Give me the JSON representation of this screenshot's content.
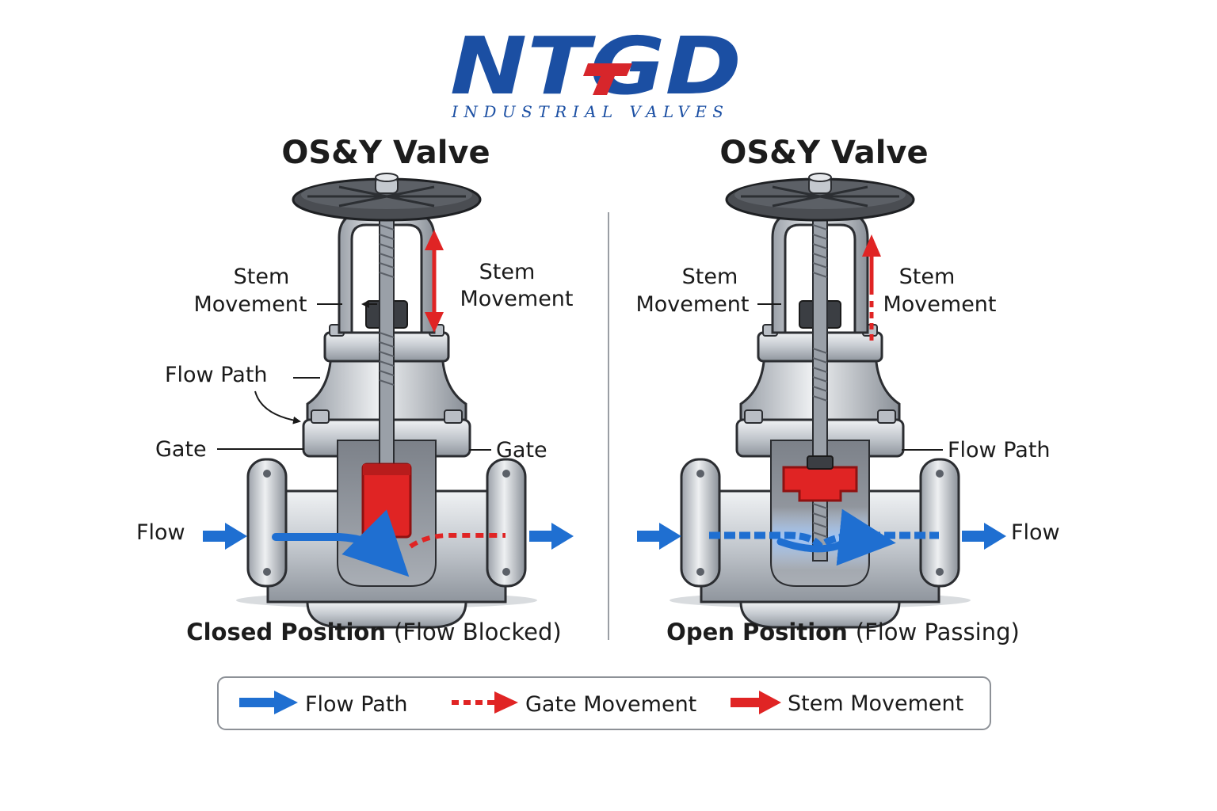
{
  "brand": {
    "logo_text": "NTGD",
    "tagline": "INDUSTRIAL VALVES",
    "blue": "#1b4fa3",
    "red": "#d7262b"
  },
  "panels": [
    {
      "title": "OS&Y Valve",
      "caption_bold": "Closed Position",
      "caption_normal": "(Flow Blocked)",
      "labels": {
        "stem_left_1": "Stem",
        "stem_left_2": "Movement",
        "stem_right_1": "Stem",
        "stem_right_2": "Movement",
        "flow_path": "Flow Path",
        "gate_left": "Gate",
        "gate_right": "Gate",
        "flow_in": "Flow"
      }
    },
    {
      "title": "OS&Y Valve",
      "caption_bold": "Open Position",
      "caption_normal": "(Flow Passing)",
      "labels": {
        "stem_left_1": "Stem",
        "stem_left_2": "Movement",
        "stem_right_1": "Stem",
        "stem_right_2": "Movement",
        "flow_path": "Flow Path",
        "flow_out": "Flow"
      }
    }
  ],
  "legend": {
    "items": [
      {
        "label": "Flow Path",
        "style": "solid-blue"
      },
      {
        "label": "Gate Movement",
        "style": "dashed-red"
      },
      {
        "label": "Stem Movement",
        "style": "solid-red"
      }
    ]
  },
  "colors": {
    "flow": "#1f6fd1",
    "gate": "#e02424",
    "metal": "#c9cdd3",
    "metal_dark": "#8e949c",
    "handwheel": "#4a4d52",
    "outline": "#2b2d31"
  }
}
